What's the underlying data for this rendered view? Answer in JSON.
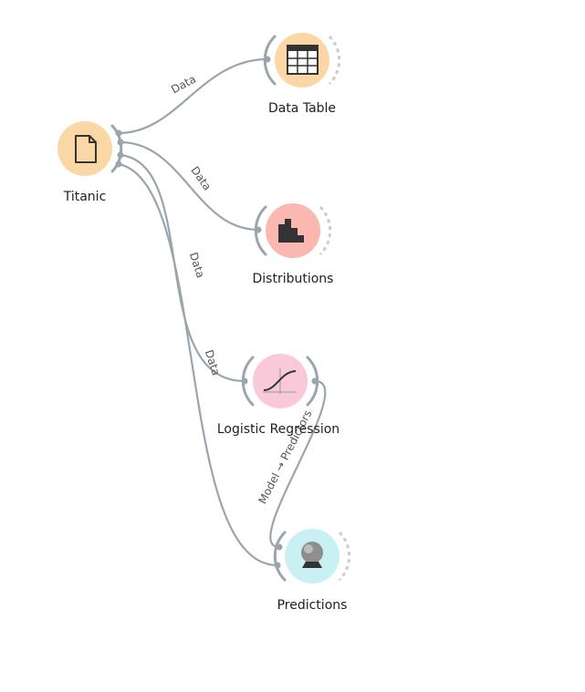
{
  "workflow": {
    "nodes": [
      {
        "name": "Titanic",
        "kind": "file",
        "color": "#fbd7a6"
      },
      {
        "name": "Data Table",
        "kind": "table",
        "color": "#fbd7a6"
      },
      {
        "name": "Distributions",
        "kind": "histogram",
        "color": "#fbb8b0"
      },
      {
        "name": "Logistic Regression",
        "kind": "logistic",
        "color": "#f9c8d9"
      },
      {
        "name": "Predictions",
        "kind": "crystal-ball",
        "color": "#c9f0f2"
      }
    ],
    "links": [
      {
        "label": "Data"
      },
      {
        "label": "Data"
      },
      {
        "label": "Data"
      },
      {
        "label": "Data"
      },
      {
        "label": "Model → Predictors"
      }
    ]
  },
  "colors": {
    "link": "#9aa5ad",
    "port": "#9aa5ad",
    "channel": "#9aa5ad"
  }
}
